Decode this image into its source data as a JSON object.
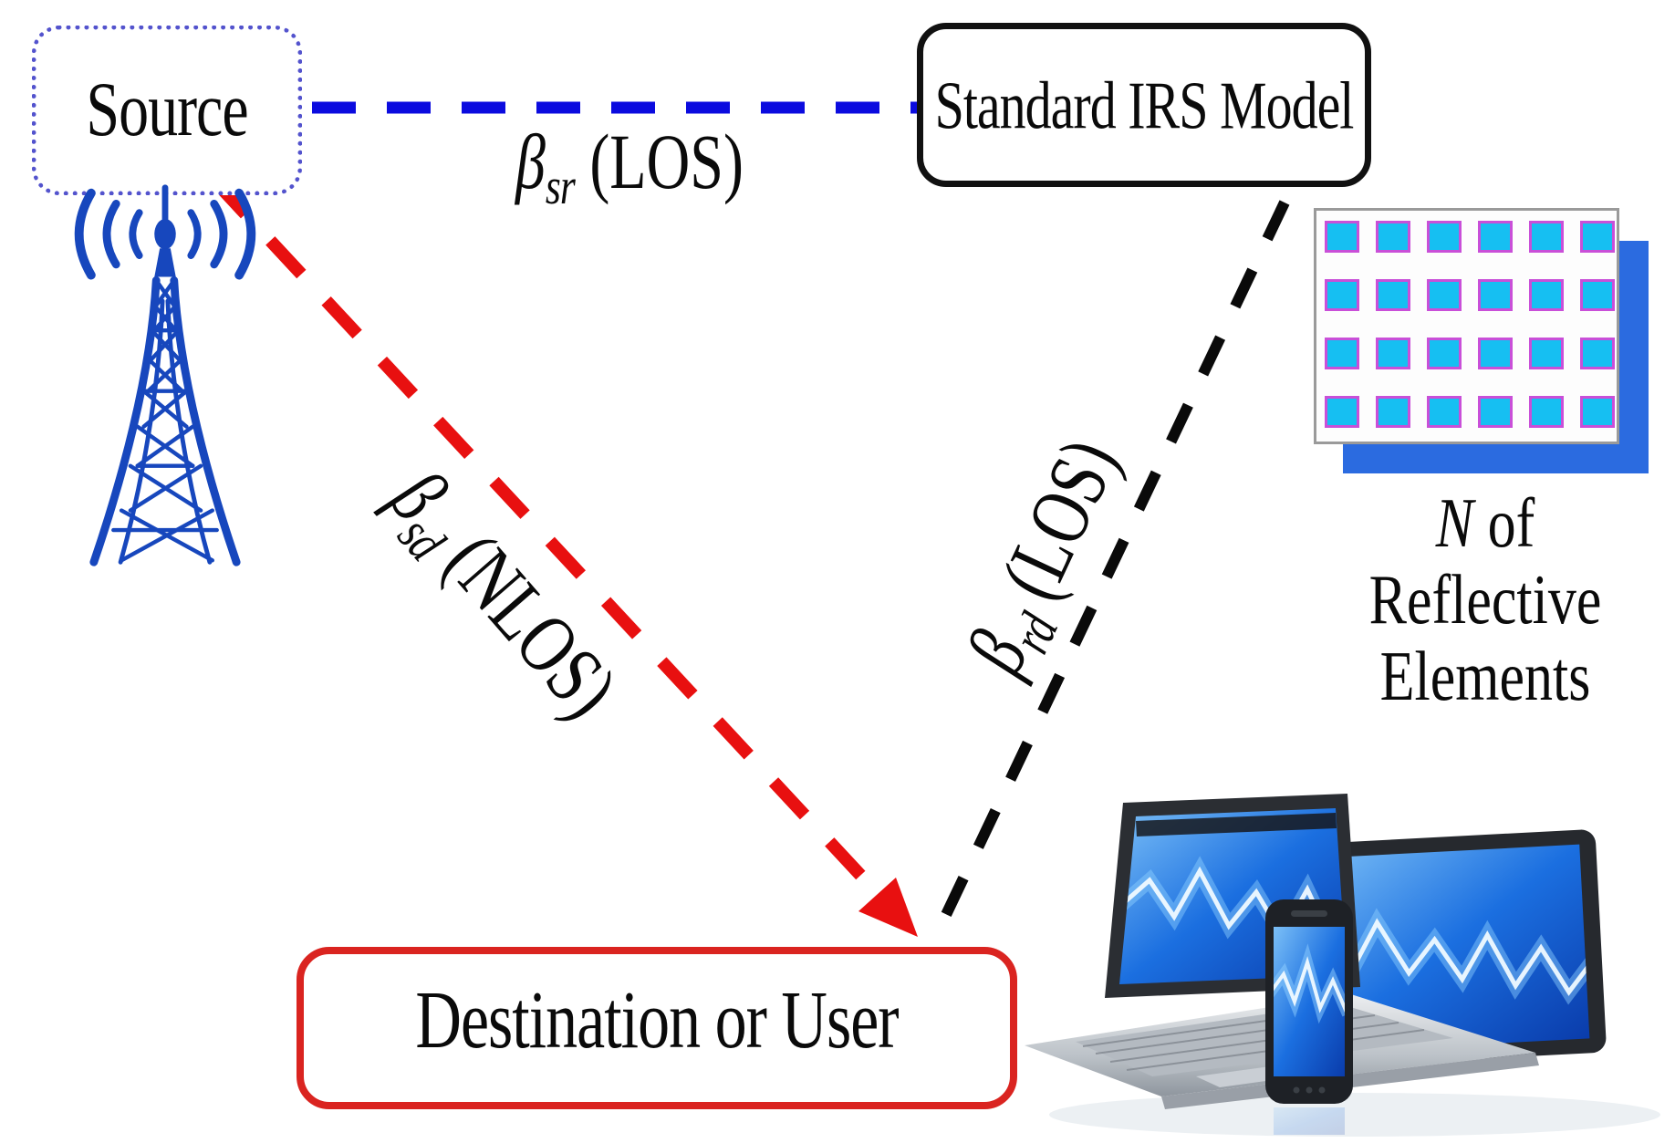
{
  "nodes": {
    "source": {
      "label": "Source",
      "border_color": "#5353cd"
    },
    "irs_model": {
      "label": "Standard IRS Model",
      "border_color": "#111111"
    },
    "destination": {
      "label": "Destination or User",
      "border_color": "#da2420"
    }
  },
  "links": {
    "source_to_irs": {
      "symbol": "β",
      "sub": "sr",
      "suffix": " (LOS)",
      "color": "#0b0bdf",
      "style": "dashed"
    },
    "source_to_destination": {
      "symbol": "β",
      "sub": "sd",
      "suffix": " (NLOS)",
      "color": "#e81010",
      "style": "dashed-arrow"
    },
    "irs_to_destination": {
      "symbol": "β",
      "sub": "rd",
      "suffix": " (LOS)",
      "color": "#0a0a0a",
      "style": "dashed"
    }
  },
  "irs_panel": {
    "rows": 4,
    "cols": 6,
    "cell_color": "#16bff2",
    "cell_border_color": "#c94fd8",
    "backdrop_color": "#2b6be0",
    "caption": {
      "n_symbol": "N",
      "line1_rest": " of",
      "line2": "Reflective",
      "line3": "Elements"
    }
  },
  "icons": {
    "radio_tower_color": "#1747bd",
    "screen_blue": "#1b6fe0"
  }
}
